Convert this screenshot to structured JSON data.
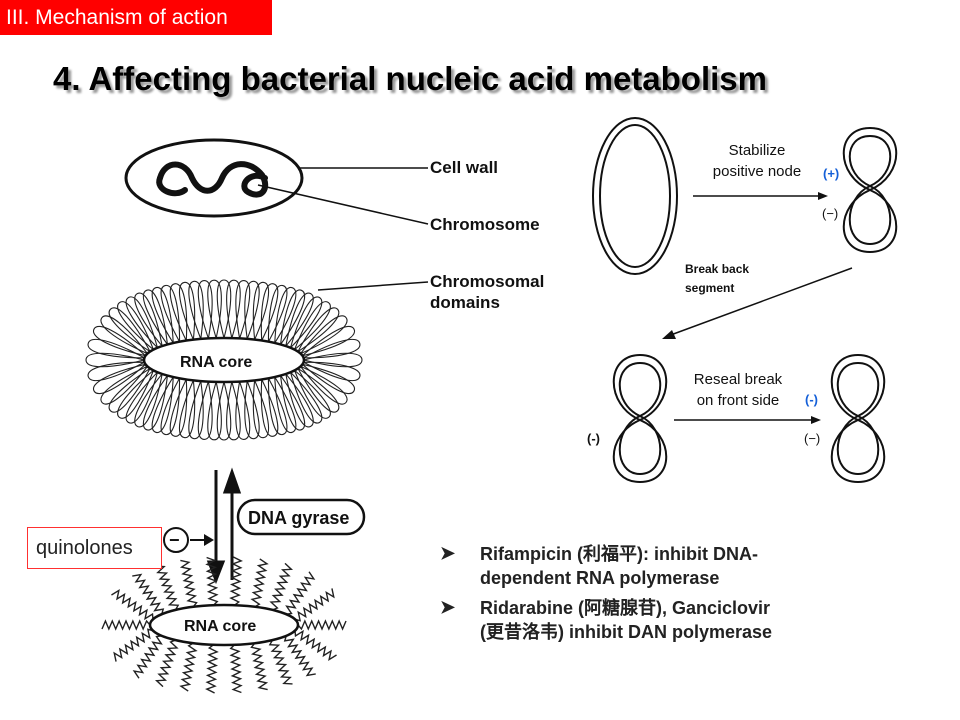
{
  "header": {
    "section_tag": "III. Mechanism of action",
    "title": "4. Affecting bacterial nucleic acid metabolism"
  },
  "left_diagram": {
    "cell_wall_label": "Cell wall",
    "chromosome_label": "Chromosome",
    "domains_label_line1": "Chromosomal",
    "domains_label_line2": "domains",
    "rna_core_top": "RNA core",
    "rna_core_bottom": "RNA core",
    "gyrase_label": "DNA gyrase",
    "minus_sign": "−",
    "quinolones_label": "quinolones"
  },
  "right_diagram": {
    "stabilize_line1": "Stabilize",
    "stabilize_line2": "positive node",
    "plus_top": "(+)",
    "minus_top": "(−)",
    "break_line1": "Break back",
    "break_line2": "segment",
    "reseal_line1": "Reseal break",
    "reseal_line2": "on front side",
    "minus_left": "(-)",
    "minus_blue_right": "(-)",
    "minus_right": "(−)"
  },
  "bullets": [
    {
      "icon": "arrow-bullet-icon",
      "text_line1": "Rifampicin (利福平): inhibit DNA-",
      "text_line2": "dependent RNA polymerase"
    },
    {
      "icon": "arrow-bullet-icon",
      "text_line1": "Ridarabine (阿糖腺苷), Ganciclovir",
      "text_line2": "(更昔洛韦) inhibit DAN polymerase"
    }
  ],
  "colors": {
    "tag_red": "#ff0000",
    "blue_label": "#1560d8",
    "box_border": "#ff3030"
  }
}
